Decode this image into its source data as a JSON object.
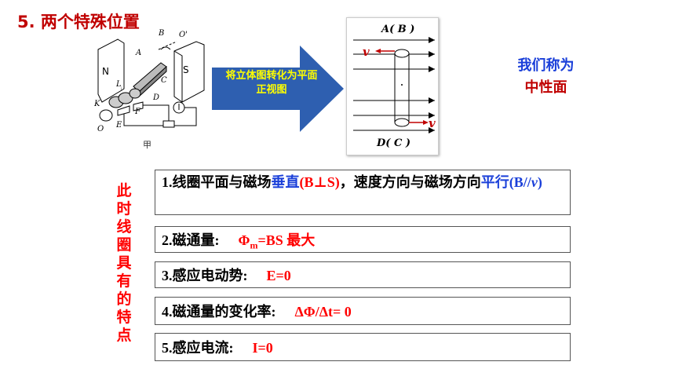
{
  "title": "5. 两个特殊位置",
  "diagram": {
    "labels": [
      "B",
      "O'",
      "A",
      "N",
      "L",
      "C",
      "S",
      "K",
      "F",
      "D",
      "O",
      "E"
    ],
    "caption": "甲"
  },
  "arrow_text": "将立体图转化为平面正视图",
  "front_view": {
    "top_label": "A( B )",
    "bottom_label": "D( C )",
    "v_top": "v",
    "v_bottom": "v"
  },
  "neutral_plane": {
    "line1": "我们称为",
    "line2": "中性面"
  },
  "side_label": [
    "此",
    "时",
    "线",
    "圈",
    "具",
    "有",
    "的",
    "特",
    "点"
  ],
  "features": [
    {
      "prefix": "1.线圈平面与磁场",
      "emph1": "垂直",
      "math1": "(B⊥S)",
      "mid": "，速度方向与磁场方向",
      "emph2": "平行",
      "math2": "(B//",
      "math2_v": "v",
      "math2_end": ")"
    },
    {
      "label": "2.磁通量:",
      "value_phi": "Φ",
      "value_sub": "m",
      "value_rest": "=BS 最大"
    },
    {
      "label": "3.感应电动势:",
      "value": "E=0"
    },
    {
      "label": "4.磁通量的变化率:",
      "value": "ΔΦ/Δt= 0"
    },
    {
      "label": "5.感应电流:",
      "value": "I=0"
    }
  ],
  "colors": {
    "title": "#c00000",
    "accent_red": "#ff0000",
    "accent_blue": "#1a3fd9",
    "arrow": "#2e5fb0",
    "arrow_text": "#ffff00"
  }
}
